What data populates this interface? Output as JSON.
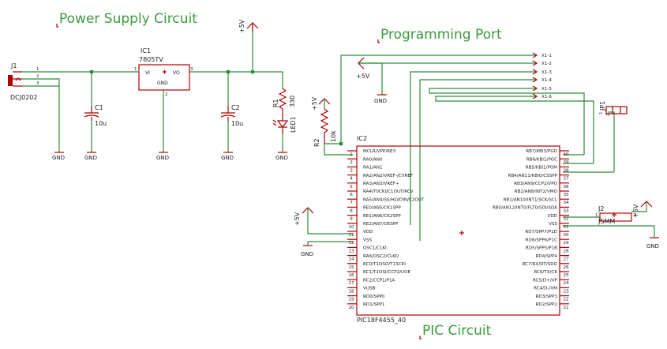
{
  "sections": {
    "power": "Power Supply Circuit",
    "programming": "Programming Port",
    "pic": "PIC Circuit"
  },
  "net": {
    "vcc": "+5V",
    "gnd": "GND"
  },
  "j1": {
    "ref": "J1",
    "value": "DCJ0202",
    "pins": [
      "1",
      "2",
      "3"
    ]
  },
  "ic1": {
    "ref": "IC1",
    "value": "7805TV",
    "vi": "VI",
    "vo": "VO",
    "gnd": "GND",
    "p1": "1",
    "p2": "2",
    "p3": "3"
  },
  "c1": {
    "ref": "C1",
    "value": "10u"
  },
  "c2": {
    "ref": "C2",
    "value": "10u"
  },
  "r1": {
    "ref": "R1",
    "value": "330"
  },
  "led1": {
    "ref": "LED1"
  },
  "r2": {
    "ref": "R2",
    "value": "10k"
  },
  "x1": [
    "X1-1",
    "X1-2",
    "X1-3",
    "X1-4",
    "X1-5",
    "X1-6"
  ],
  "jp1": {
    "ref": "JP1",
    "pins": [
      "1",
      "2"
    ]
  },
  "j2": {
    "ref": "J2",
    "value": "JSMM",
    "pins": [
      "1",
      "2"
    ]
  },
  "ic2": {
    "ref": "IC2",
    "value": "PIC18F4455_40",
    "left_pins": [
      {
        "num": "1",
        "name": "MCLR/VPP/RE3"
      },
      {
        "num": "2",
        "name": "RA0/AN0"
      },
      {
        "num": "3",
        "name": "RA1/AN1"
      },
      {
        "num": "4",
        "name": "RA2/AN2/VREF-/CVREF"
      },
      {
        "num": "5",
        "name": "RA3/AN3/VREF+"
      },
      {
        "num": "6",
        "name": "RA4/T0CKI/C1OUT/RCV"
      },
      {
        "num": "7",
        "name": "RA5/AN4/SS/HLVDIN/C2OUT"
      },
      {
        "num": "8",
        "name": "RE0/AN5/CK1SPP"
      },
      {
        "num": "9",
        "name": "RE1/AN6/CK2SPP"
      },
      {
        "num": "10",
        "name": "RE2/AN7/OESPP"
      },
      {
        "num": "11",
        "name": "VDD"
      },
      {
        "num": "12",
        "name": "VSS"
      },
      {
        "num": "13",
        "name": "OSC1/CLKI"
      },
      {
        "num": "14",
        "name": "RA6/OSC2/CLKO"
      },
      {
        "num": "15",
        "name": "RC0/T1OSO/T13CKI"
      },
      {
        "num": "16",
        "name": "RC1/T1OSI/CCP2/UOE"
      },
      {
        "num": "17",
        "name": "RC2/CCP1/P1A"
      },
      {
        "num": "18",
        "name": "VUSB"
      },
      {
        "num": "19",
        "name": "RD0/SPP0"
      },
      {
        "num": "20",
        "name": "RD1/SPP1"
      }
    ],
    "right_pins": [
      {
        "num": "40",
        "name": "RB7/KBI3/PGD"
      },
      {
        "num": "39",
        "name": "RB6/KBI2/PGC"
      },
      {
        "num": "38",
        "name": "RB5/KBI1/PGM"
      },
      {
        "num": "37",
        "name": "RB4/AN11/KBI0/CSSPP"
      },
      {
        "num": "36",
        "name": "RB3/AN9/CCP2/VPO"
      },
      {
        "num": "35",
        "name": "RB2/AN8/INT2/VMO"
      },
      {
        "num": "34",
        "name": "RB1/AN10/INT1/SCK/SCL"
      },
      {
        "num": "33",
        "name": "RB0/AN12/INT0/FLT0/SDI/SDA"
      },
      {
        "num": "32",
        "name": "VDD"
      },
      {
        "num": "31",
        "name": "VSS"
      },
      {
        "num": "30",
        "name": "RD7/SPP7/P1D"
      },
      {
        "num": "29",
        "name": "RD6/SPP6/P1C"
      },
      {
        "num": "28",
        "name": "RD5/SPP5/P1B"
      },
      {
        "num": "27",
        "name": "RD4/SPP4"
      },
      {
        "num": "26",
        "name": "RC7/RX/DT/SDO"
      },
      {
        "num": "25",
        "name": "RC6/TX/CK"
      },
      {
        "num": "24",
        "name": "RC5/D+/VP"
      },
      {
        "num": "23",
        "name": "RC4/D-/VM"
      },
      {
        "num": "22",
        "name": "RD3/SPP3"
      },
      {
        "num": "21",
        "name": "RD2/SPP2"
      }
    ]
  },
  "colors": {
    "wire": "#2e8b3a",
    "part": "#b00000",
    "heading": "#3c9a3c",
    "text": "#222222",
    "background": "#ffffff"
  }
}
